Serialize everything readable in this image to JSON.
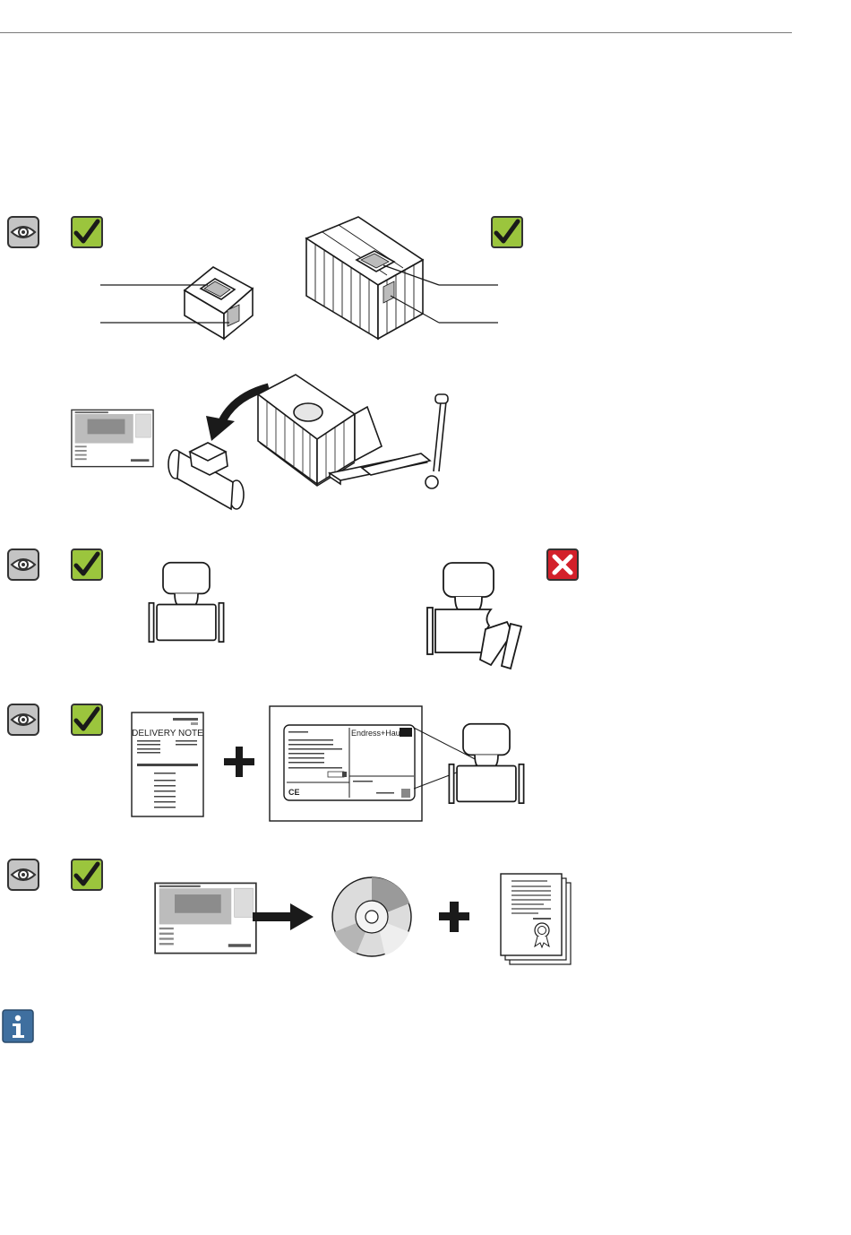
{
  "document": {
    "delivery_note_label": "DELIVERY NOTE",
    "nameplate_brand": "Endress+Hauser",
    "nameplate_mark": "CE",
    "colors": {
      "check_green": "#9bc53d",
      "cross_red": "#d3202a",
      "eye_grey": "#bdbdbd",
      "info_blue": "#3f6f9f",
      "line": "#1a1a1a"
    },
    "icons": [
      "eye-icon",
      "checkmark-icon",
      "cross-icon",
      "info-icon"
    ]
  }
}
